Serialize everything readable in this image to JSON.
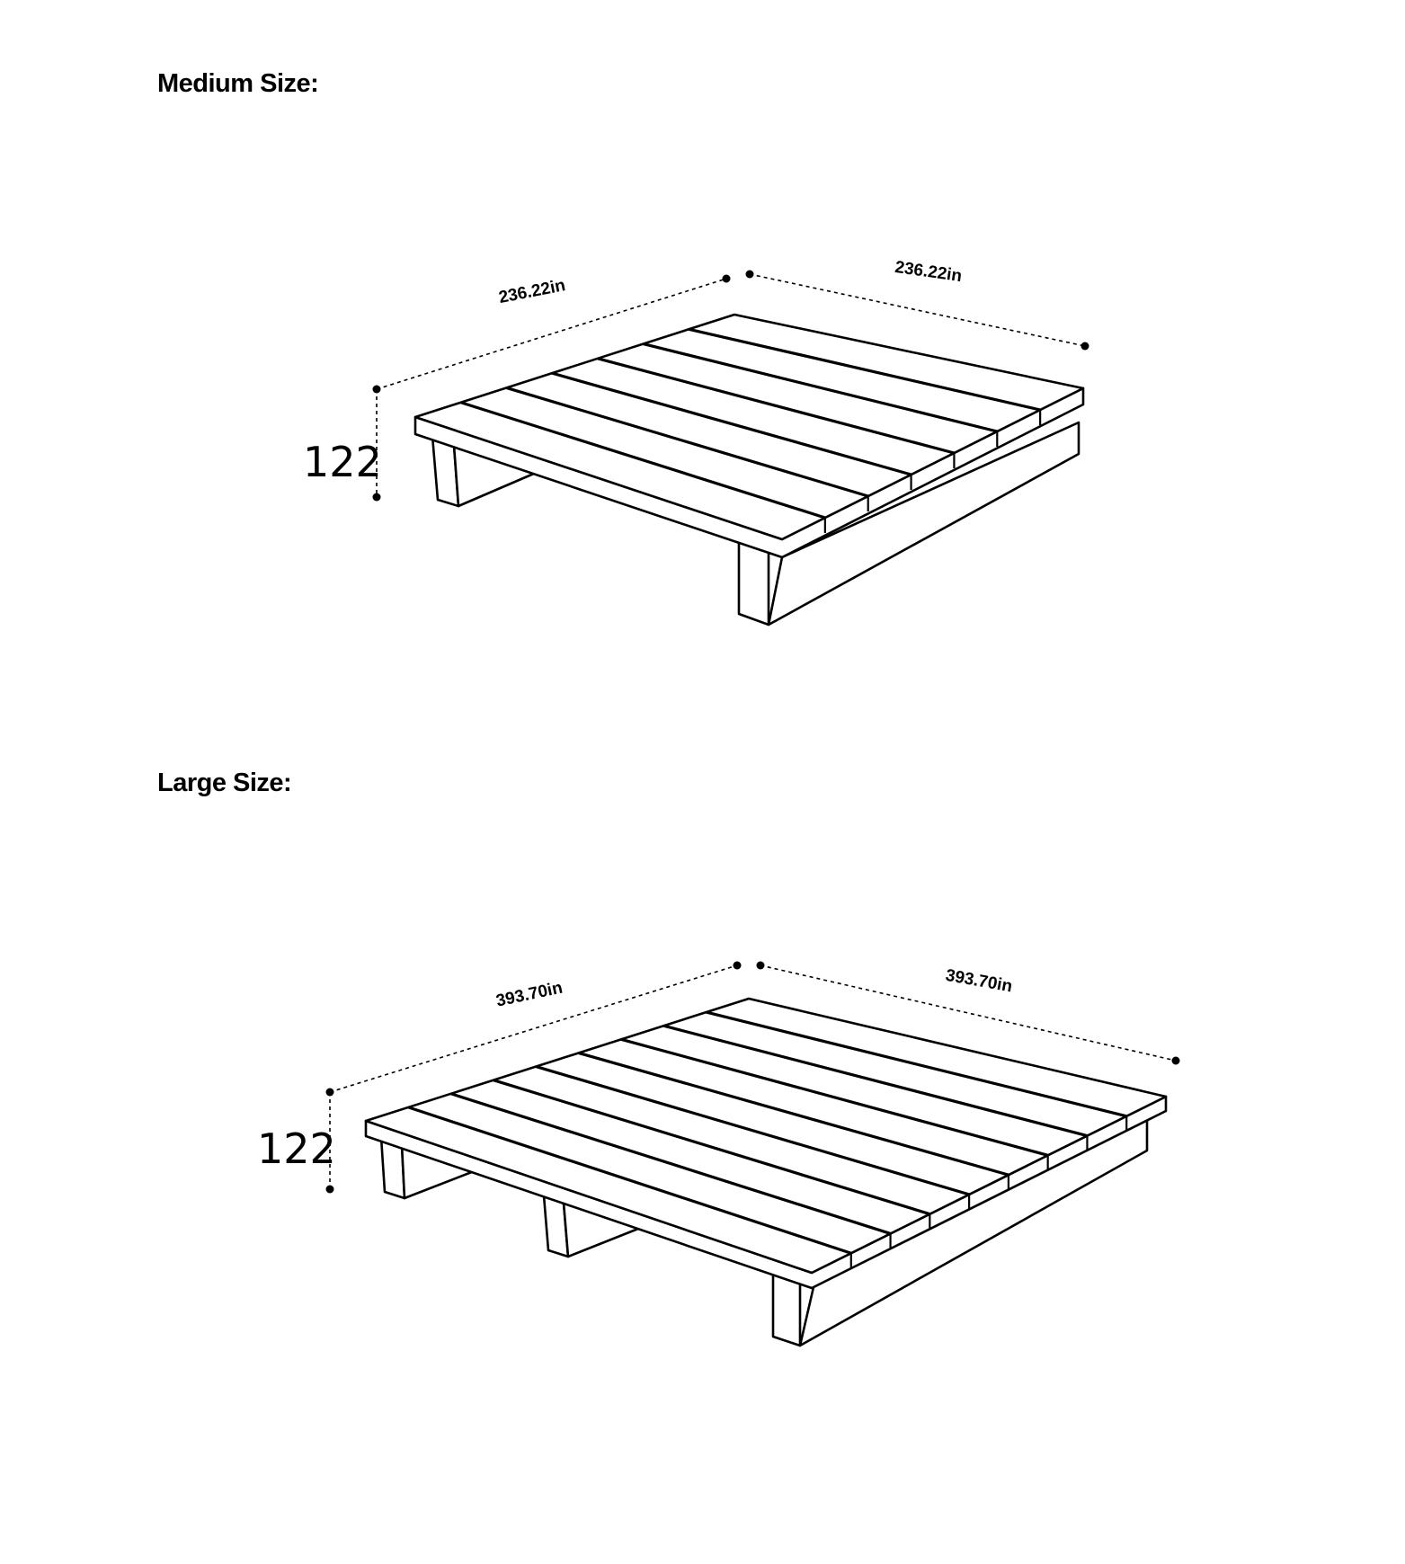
{
  "medium": {
    "title": "Medium Size:",
    "width_label": "236.22in",
    "depth_label": "236.22in",
    "height_label": "122",
    "planks": 7,
    "legs": 2
  },
  "large": {
    "title": "Large Size:",
    "width_label": "393.70in",
    "depth_label": "393.70in",
    "height_label": "122",
    "planks": 9,
    "legs": 3
  },
  "colors": {
    "line": "#000000",
    "background": "#ffffff"
  }
}
